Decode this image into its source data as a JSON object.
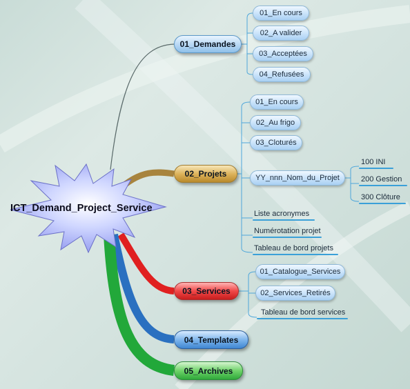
{
  "central": {
    "label": "ICT_Demand_Project_Service"
  },
  "branches": {
    "demandes": {
      "label": "01_Demandes",
      "items": [
        "01_En cours",
        "02_A valider",
        "03_Acceptées",
        "04_Refusées"
      ]
    },
    "projets": {
      "label": "02_Projets",
      "items": [
        "01_En cours",
        "02_Au frigo",
        "03_Cloturés"
      ],
      "project_node": "YY_nnn_Nom_du_Projet",
      "project_children": [
        "100 INI",
        "200 Gestion",
        "300 Clôture"
      ],
      "leaves": [
        "Liste acronymes",
        "Numérotation projet",
        "Tableau de bord projets"
      ]
    },
    "services": {
      "label": "03_Services",
      "items": [
        "01_Catalogue_Services",
        "02_Services_Retirés"
      ],
      "leaves": [
        "Tableau de bord services"
      ]
    },
    "templates": {
      "label": "04_Templates"
    },
    "archives": {
      "label": "05_Archives"
    }
  }
}
